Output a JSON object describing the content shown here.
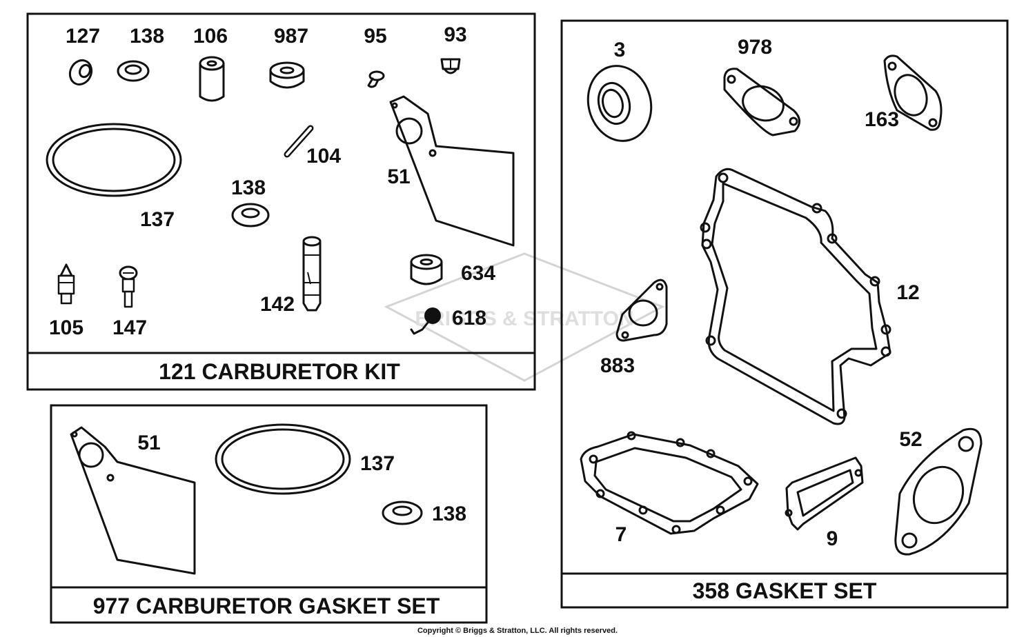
{
  "watermark": {
    "brand": "BRIGGS & STRATTON"
  },
  "copyright": "Copyright © Briggs & Stratton, LLC. All rights reserved.",
  "kits": {
    "carburetor_kit": {
      "title": "121 CARBURETOR KIT",
      "parts": [
        "127",
        "138",
        "106",
        "987",
        "95",
        "93",
        "104",
        "137",
        "51",
        "138",
        "634",
        "142",
        "618",
        "105",
        "147"
      ]
    },
    "carburetor_gasket_set": {
      "title": "977 CARBURETOR GASKET SET",
      "parts": [
        "51",
        "137",
        "138"
      ]
    },
    "gasket_set": {
      "title": "358 GASKET SET",
      "parts": [
        "3",
        "978",
        "163",
        "12",
        "883",
        "7",
        "9",
        "52"
      ]
    }
  }
}
